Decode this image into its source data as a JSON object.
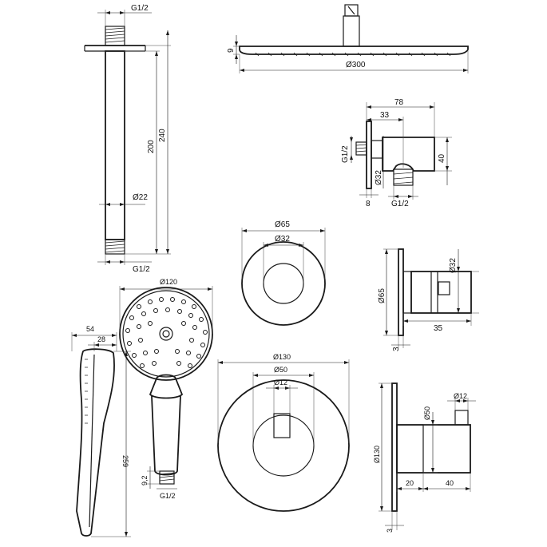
{
  "labels": {
    "arm_top_thread": "G1/2",
    "arm_bottom_thread": "G1/2",
    "arm_dim_200": "200",
    "arm_dim_240": "240",
    "arm_dia_22": "Ø22",
    "head_height": "9",
    "head_dia": "Ø300",
    "elbow_78": "78",
    "elbow_33": "33",
    "elbow_g12_side": "G1/2",
    "elbow_40": "40",
    "elbow_d32": "Ø32",
    "elbow_8": "8",
    "elbow_g12_bottom": "G1/2",
    "rosette_d65": "Ø65",
    "rosette_d32": "Ø32",
    "rosette_side_d32": "Ø32",
    "rosette_side_d65": "Ø65",
    "rosette_side_35": "35",
    "rosette_side_3": "3",
    "hand_d120": "Ø120",
    "hand_54": "54",
    "hand_28": "28",
    "hand_259": "259",
    "hand_92": "9,2",
    "hand_g12": "G1/2",
    "mixer_d130": "Ø130",
    "mixer_d50": "Ø50",
    "mixer_d12": "Ø12",
    "mixer_side_d12": "Ø12",
    "mixer_side_d50": "Ø50",
    "mixer_side_d130": "Ø130",
    "mixer_side_20": "20",
    "mixer_side_40": "40",
    "mixer_side_3": "3"
  },
  "colors": {
    "line": "#1a1a1a",
    "background": "#ffffff"
  }
}
